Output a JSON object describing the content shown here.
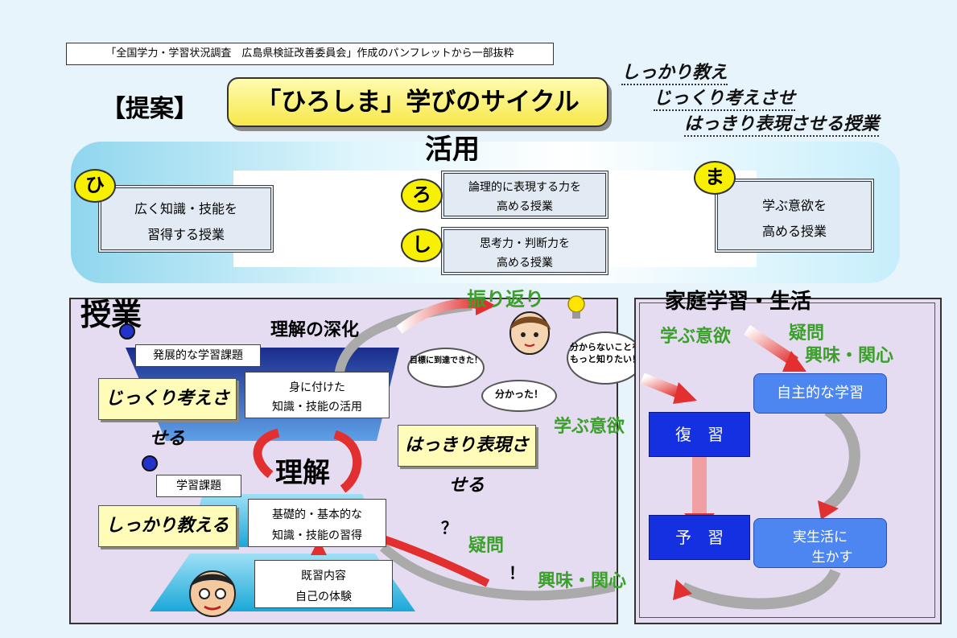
{
  "header": {
    "source_note": "「全国学力・学習状況調査　広島県検証改善委員会」作成のパンフレットから一部抜粋",
    "proposal_label": "【提案】",
    "cycle_title": "「ひろしま」学びのサイクル",
    "dots": "・・・・",
    "motto": [
      "しっかり教え",
      "じっくり考えさせ",
      "はっきり表現させる授業"
    ]
  },
  "katsuyo": {
    "title": "活用",
    "items": [
      {
        "badge": "ひ",
        "line1": "広く知識・技能を",
        "line2": "習得する授業"
      },
      {
        "badge": "ろ",
        "line1": "論理的に表現する力を",
        "line2": "高める授業"
      },
      {
        "badge": "し",
        "line1": "思考力・判断力を",
        "line2": "高める授業"
      },
      {
        "badge": "ま",
        "line1": "学ぶ意欲を",
        "line2": "高める授業"
      }
    ]
  },
  "lesson": {
    "title": "授業",
    "deepening": "理解の深化",
    "understanding": "理解",
    "advanced_task": "発展的な学習課題",
    "task": "学習課題",
    "jikkuri": "じっくり考えさせる",
    "hakkiri": "はっきり表現させる",
    "shikkari": "しっかり教える",
    "apply_line1": "身に付けた",
    "apply_line2": "知識・技能の活用",
    "basic_line1": "基礎的・基本的な",
    "basic_line2": "知識・技能の習得",
    "prior_line1": "既習内容",
    "prior_line2": "自己の体験",
    "reflection": "振り返り",
    "cloud_goal": "目標に到達できた！",
    "cloud_understood": "分かった！",
    "cloud_more": "分からないことをもっと知りたい！",
    "motivation": "学ぶ意欲",
    "question_mark": "？",
    "question": "疑問",
    "exclaim": "！",
    "interest": "興味・関心"
  },
  "home": {
    "title": "家庭学習・生活",
    "motivation": "学ぶ意欲",
    "question": "疑問",
    "interest": "興味・関心",
    "self_study": "自主的な学習",
    "review": "復　習",
    "preview": "予　習",
    "real_life_line1": "実生活に",
    "real_life_line2": "生かす"
  },
  "colors": {
    "yellow": "#f7f000",
    "green": "#3aa02a",
    "blue": "#1530e0",
    "light_blue": "#4d86f0",
    "red_arrow": "#e23030",
    "lavender": "#e5dcf2"
  }
}
